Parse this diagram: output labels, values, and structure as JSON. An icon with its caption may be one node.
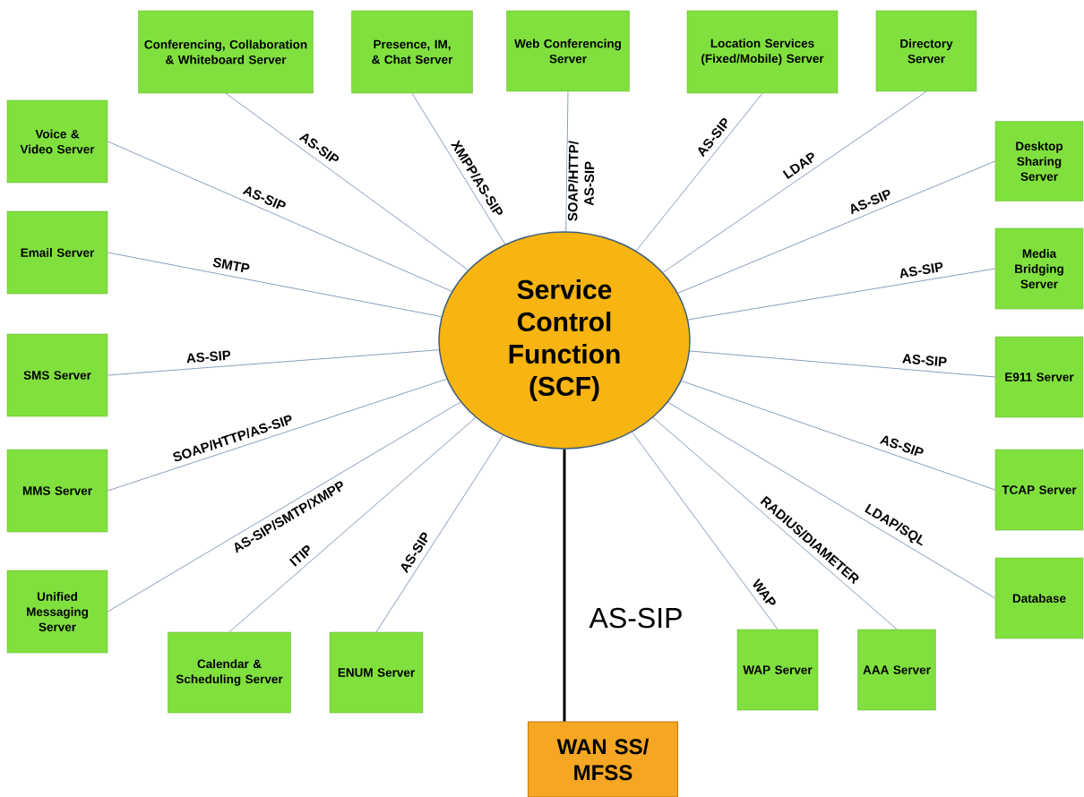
{
  "diagram": {
    "nodes": [
      {
        "text": [
          "Service Control Function (SCF)"
        ]
      },
      {
        "text": [
          "Conferencing, Collaboration & Whiteboard Server"
        ]
      },
      {
        "text": [
          "Presence, IM, & Chat Server"
        ]
      },
      {
        "text": [
          "Web Conferencing Server"
        ]
      },
      {
        "text": [
          "Location Services (Fixed/Mobile) Server"
        ]
      },
      {
        "text": [
          "Directory Server"
        ]
      },
      {
        "text": [
          "Voice & Video Server"
        ]
      },
      {
        "text": [
          "Email Server"
        ]
      },
      {
        "text": [
          "SMS Server"
        ]
      },
      {
        "text": [
          "MMS Server"
        ]
      },
      {
        "text": [
          "Unified Messaging Server"
        ]
      },
      {
        "text": [
          "Calendar & Scheduling Server"
        ]
      },
      {
        "text": [
          "ENUM Server"
        ]
      },
      {
        "text": [
          "WAN SS/ MFSS"
        ]
      },
      {
        "text": [
          "WAP Server"
        ]
      },
      {
        "text": [
          "AAA Server"
        ]
      },
      {
        "text": [
          "Desktop Sharing Server"
        ]
      },
      {
        "text": [
          "Media Bridging Server"
        ]
      },
      {
        "text": [
          "E911 Server"
        ]
      },
      {
        "text": [
          "TCAP Server"
        ]
      },
      {
        "text": [
          "Database"
        ]
      }
    ],
    "edges": [
      {
        "from": 0,
        "to": 1,
        "arrow": "none",
        "label": "AS-SIP"
      },
      {
        "from": 0,
        "to": 2,
        "arrow": "none",
        "label": "XMPP/AS-SIP"
      },
      {
        "from": 0,
        "to": 3,
        "arrow": "none",
        "label": "SOAP/HTTP/ AS-SIP"
      },
      {
        "from": 0,
        "to": 4,
        "arrow": "none",
        "label": "AS-SIP"
      },
      {
        "from": 0,
        "to": 5,
        "arrow": "none",
        "label": "LDAP"
      },
      {
        "from": 0,
        "to": 6,
        "arrow": "none",
        "label": "AS-SIP"
      },
      {
        "from": 0,
        "to": 7,
        "arrow": "none",
        "label": "SMTP"
      },
      {
        "from": 0,
        "to": 8,
        "arrow": "none",
        "label": "AS-SIP"
      },
      {
        "from": 0,
        "to": 9,
        "arrow": "none",
        "label": "SOAP/HTTP/AS-SIP"
      },
      {
        "from": 0,
        "to": 10,
        "arrow": "none",
        "label": "AS-SIP/SMTP/XMPP"
      },
      {
        "from": 0,
        "to": 11,
        "arrow": "none",
        "label": "ITIP"
      },
      {
        "from": 0,
        "to": 12,
        "arrow": "none",
        "label": "AS-SIP"
      },
      {
        "from": 0,
        "to": 13,
        "arrow": "none",
        "label": "AS-SIP",
        "style": "thick",
        "color": "#000000"
      },
      {
        "from": 0,
        "to": 14,
        "arrow": "none",
        "label": "WAP"
      },
      {
        "from": 0,
        "to": 15,
        "arrow": "none",
        "label": "RADIUS/DIAMETER"
      },
      {
        "from": 0,
        "to": 16,
        "arrow": "none",
        "label": "AS-SIP"
      },
      {
        "from": 0,
        "to": 17,
        "arrow": "none",
        "label": "AS-SIP"
      },
      {
        "from": 0,
        "to": 18,
        "arrow": "none",
        "label": "AS-SIP"
      },
      {
        "from": 0,
        "to": 19,
        "arrow": "none",
        "label": "AS-SIP"
      },
      {
        "from": 0,
        "to": 20,
        "arrow": "none",
        "label": "LDAP/SQL"
      }
    ]
  }
}
